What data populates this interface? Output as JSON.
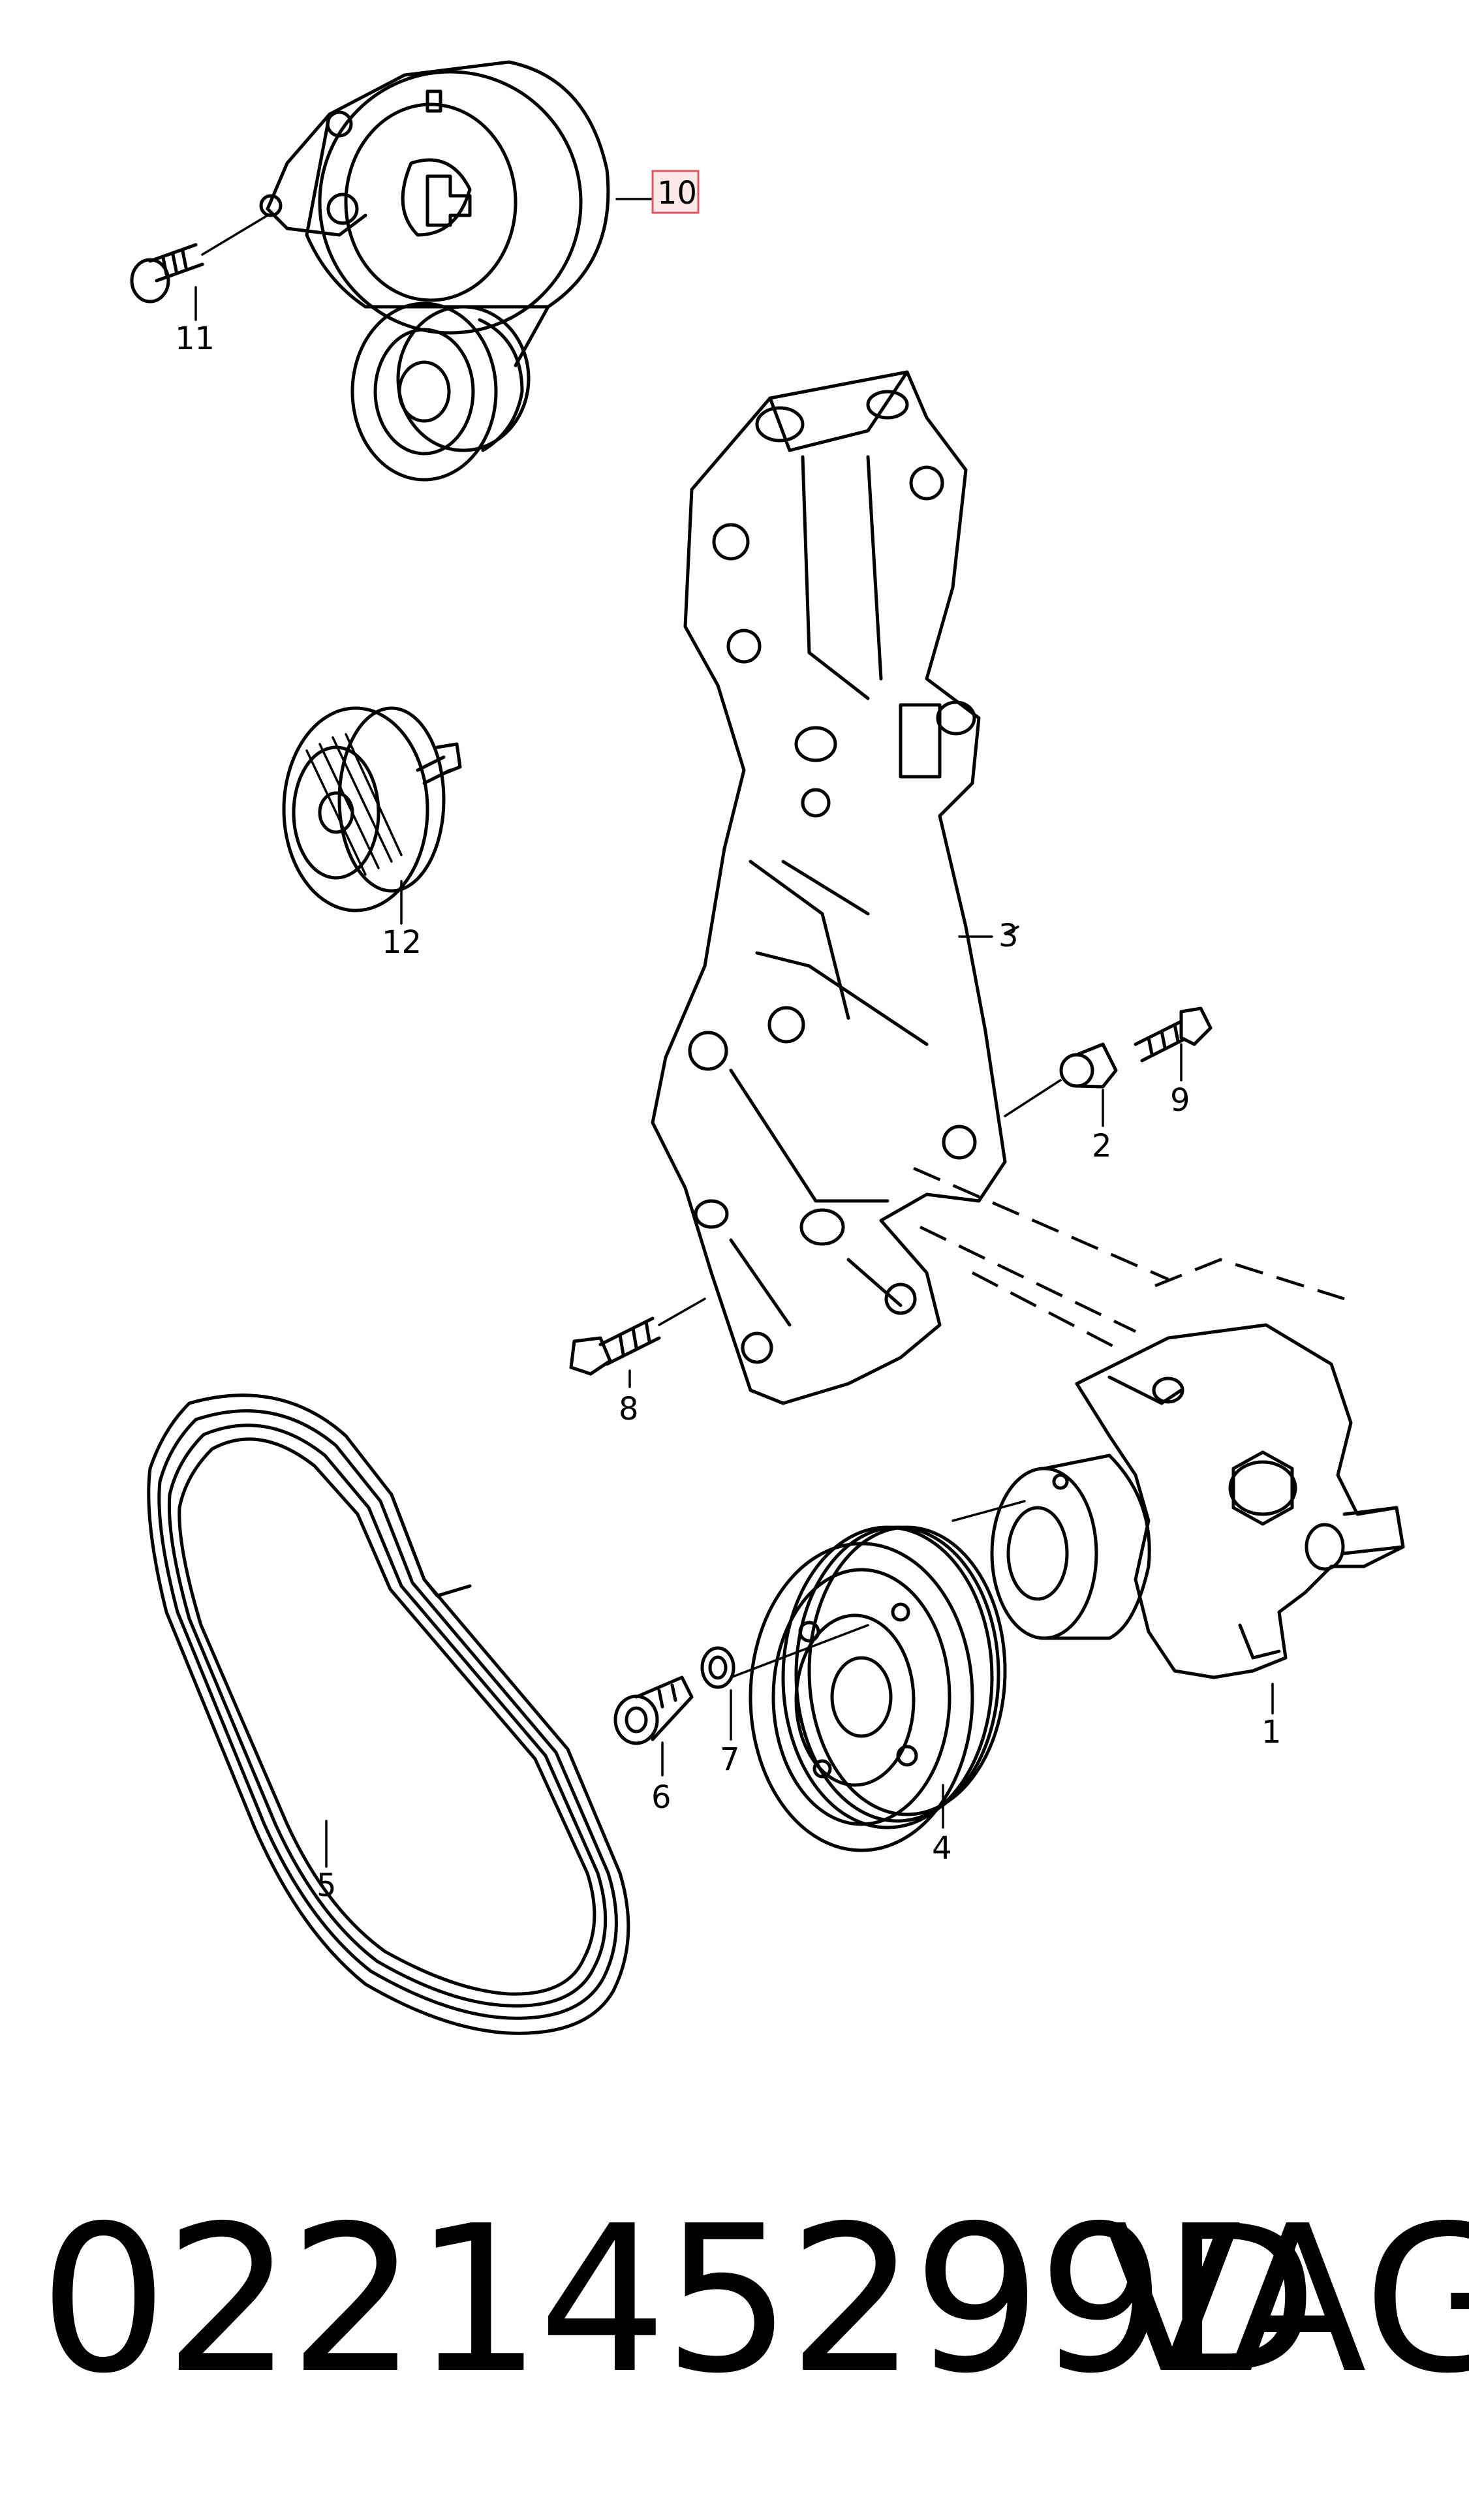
{
  "labels": {
    "p1": "1",
    "p2": "2",
    "p3": "3",
    "p4": "4",
    "p5": "5",
    "p6": "6",
    "p7": "7",
    "p8": "8",
    "p9": "9",
    "p10": "10",
    "p11": "11",
    "p12": "12"
  },
  "footer": {
    "part_number": "022145299D",
    "brand": "VAG"
  },
  "colors": {
    "line": "#000000",
    "highlight_fill": "#fde8ea",
    "highlight_stroke": "#e15561"
  }
}
